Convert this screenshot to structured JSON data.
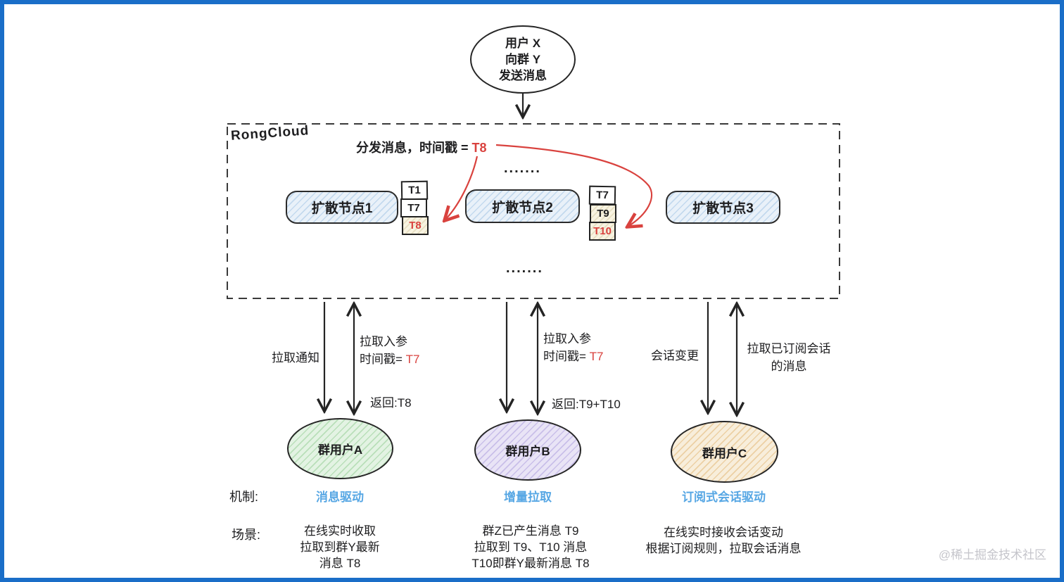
{
  "colors": {
    "frame_blue": "#1a6ec8",
    "accent_red": "#d9423e",
    "mechanism_blue": "#57a7e4",
    "node_fill": "#e9f1f9",
    "user_a_fill": "#e3f3e3",
    "user_b_fill": "#e9e4f6",
    "user_c_fill": "#f8eedb",
    "queue_highlight": "#f8f3e1"
  },
  "sender": {
    "line1": "用户 X",
    "line2": "向群 Y",
    "line3": "发送消息"
  },
  "cloud": {
    "label": "RongCloud",
    "distribute_text": "分发消息，时间戳 =",
    "distribute_value": "T8",
    "dots_top": ".......",
    "dots_bottom": ".......",
    "nodes": [
      {
        "label": "扩散节点1"
      },
      {
        "label": "扩散节点2"
      },
      {
        "label": "扩散节点3"
      }
    ],
    "queues": [
      {
        "items": [
          {
            "label": "T1"
          },
          {
            "label": "T7"
          },
          {
            "label": "T8"
          }
        ]
      },
      {
        "items": [
          {
            "label": "T7"
          },
          {
            "label": "T9"
          },
          {
            "label": "T10"
          }
        ]
      }
    ]
  },
  "flows": {
    "a": {
      "down_label": "拉取通知",
      "up_line1": "拉取入参",
      "up_line2": "时间戳=",
      "up_value": "T7",
      "return_label": "返回:T8"
    },
    "b": {
      "up_line1": "拉取入参",
      "up_line2": "时间戳=",
      "up_value": "T7",
      "return_label": "返回:T9+T10"
    },
    "c": {
      "down_label": "会话变更",
      "up_line1": "拉取已订阅会话",
      "up_line2": "的消息"
    }
  },
  "users": [
    {
      "label": "群用户A",
      "mechanism": "消息驱动",
      "scenario": [
        "在线实时收取",
        "拉取到群Y最新",
        "消息 T8"
      ]
    },
    {
      "label": "群用户B",
      "mechanism": "增量拉取",
      "scenario": [
        "群Z已产生消息 T9",
        "拉取到 T9、T10 消息",
        "T10即群Y最新消息 T8"
      ]
    },
    {
      "label": "群用户C",
      "mechanism": "订阅式会话驱动",
      "scenario": [
        "在线实时接收会话变动",
        "根据订阅规则，拉取会话消息"
      ]
    }
  ],
  "rows": {
    "mechanism": "机制:",
    "scenario": "场景:"
  },
  "watermark": "@稀土掘金技术社区"
}
